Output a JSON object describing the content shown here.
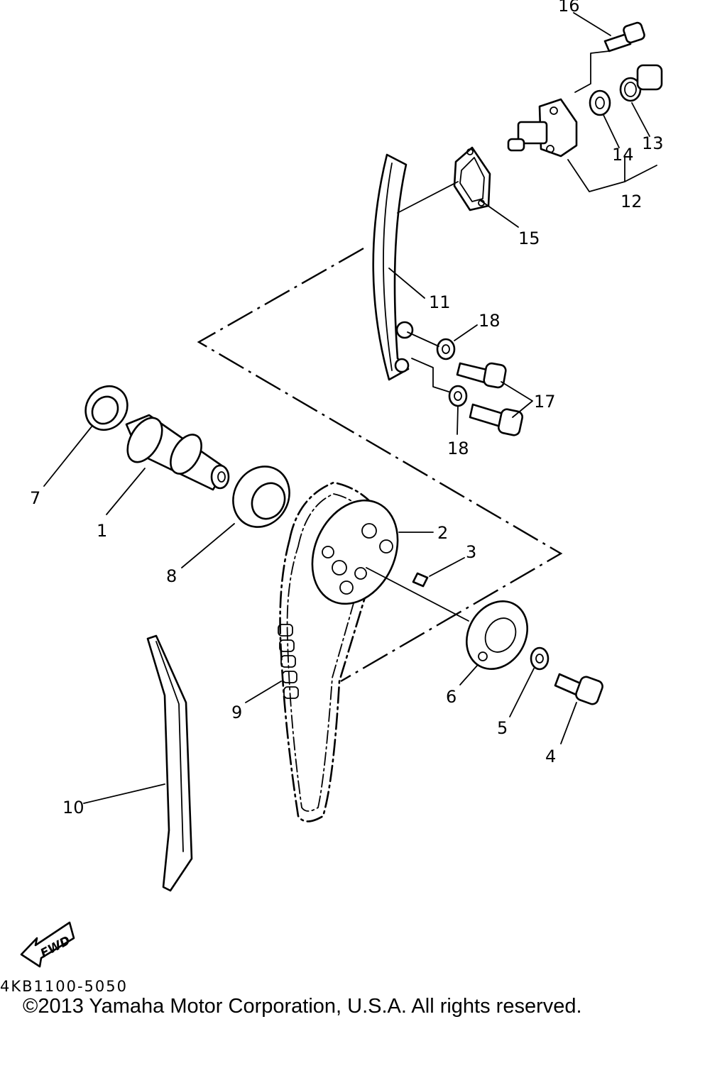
{
  "diagram": {
    "callouts": [
      "1",
      "2",
      "3",
      "4",
      "5",
      "6",
      "7",
      "8",
      "9",
      "10",
      "11",
      "12",
      "13",
      "14",
      "15",
      "16",
      "17",
      "18",
      "18"
    ],
    "direction_badge": "FWD",
    "part_code": "4KB1100-5050"
  },
  "footer": {
    "copyright": "©2013 Yamaha Motor Corporation, U.S.A. All rights reserved."
  }
}
